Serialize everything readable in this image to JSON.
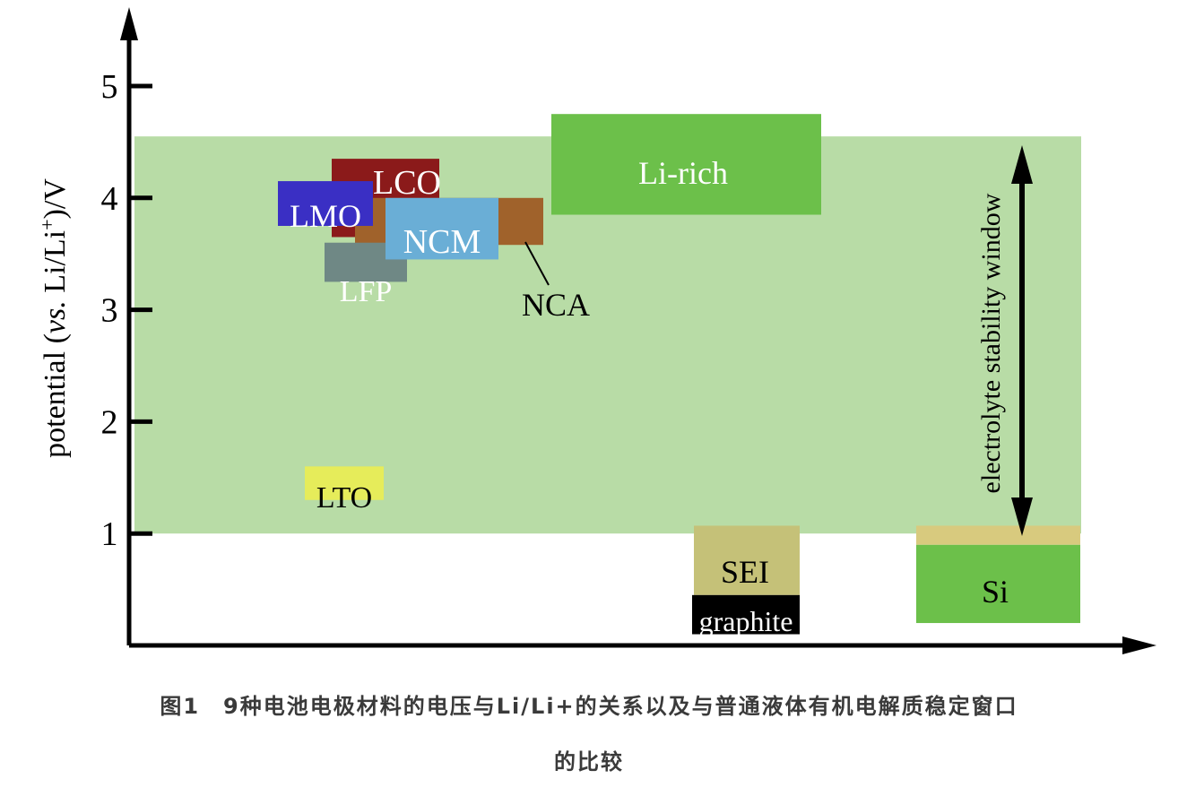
{
  "chart_data": {
    "type": "range-box",
    "ylabel_parts": [
      "potential (",
      "vs.",
      " Li/Li",
      "+",
      ")/V"
    ],
    "yticks": [
      1,
      2,
      3,
      4,
      5
    ],
    "ylim": [
      0,
      5.8
    ],
    "grid": false,
    "window": {
      "name": "electrolyte stability window",
      "range": [
        1.0,
        4.55
      ],
      "color": "#b8dca6"
    },
    "materials": [
      {
        "name": "LCO",
        "range": [
          3.65,
          4.35
        ],
        "color": "#8b1a1a",
        "text_color": "#ffffff"
      },
      {
        "name": "LMO",
        "range": [
          3.75,
          4.15
        ],
        "color": "#3a2fc4",
        "text_color": "#ffffff"
      },
      {
        "name": "NCA",
        "range": [
          3.58,
          4.0
        ],
        "color": "#a0622b",
        "text_color": "#000000"
      },
      {
        "name": "NCM",
        "range": [
          3.45,
          4.0
        ],
        "color": "#6aaed6",
        "text_color": "#ffffff"
      },
      {
        "name": "LFP",
        "range": [
          3.25,
          3.6
        ],
        "color": "#6f8885",
        "text_color": "#ffffff"
      },
      {
        "name": "Li-rich",
        "range": [
          3.85,
          4.75
        ],
        "color": "#6cc04a",
        "text_color": "#ffffff"
      },
      {
        "name": "LTO",
        "range": [
          1.3,
          1.6
        ],
        "color": "#e6ec5a",
        "text_color": "#000000"
      },
      {
        "name": "SEI",
        "range": [
          0.45,
          1.07
        ],
        "color": "#c5c178",
        "text_color": "#000000"
      },
      {
        "name": "graphite",
        "range": [
          0.1,
          0.45
        ],
        "color": "#000000",
        "text_color": "#ffffff"
      },
      {
        "name": "Si",
        "range": [
          0.2,
          0.9
        ],
        "color": "#6cc04a",
        "text_color": "#000000"
      },
      {
        "name": "",
        "range": [
          0.9,
          1.07
        ],
        "color": "#d8ca7e",
        "text_color": "#000000"
      }
    ]
  },
  "caption": {
    "line1": "图1　9种电池电极材料的电压与Li/Li+的关系以及与普通液体有机电解质稳定窗口",
    "line2": "的比较"
  }
}
